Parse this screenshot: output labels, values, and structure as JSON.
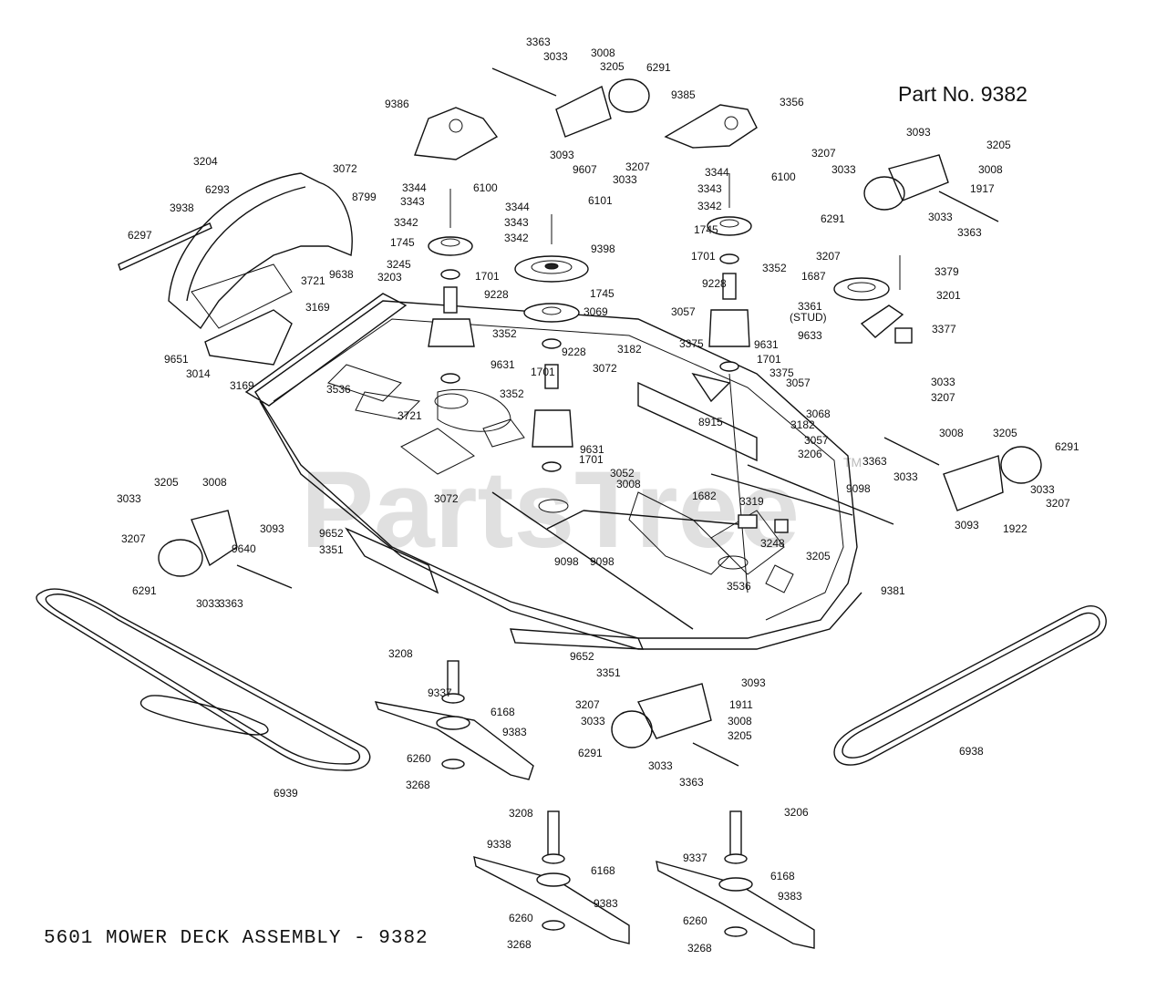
{
  "header": {
    "part_number": "Part No. 9382"
  },
  "caption": "5601 MOWER DECK ASSEMBLY - 9382",
  "watermark": {
    "text": "PartsTree",
    "tm": "TM"
  },
  "callouts": [
    "3363",
    "3033",
    "3008",
    "3205",
    "6291",
    "9386",
    "9385",
    "3356",
    "3093",
    "9607",
    "3207",
    "3033",
    "3204",
    "3072",
    "6293",
    "8799",
    "3938",
    "6297",
    "3344",
    "3343",
    "3342",
    "6100",
    "1745",
    "3245",
    "3203",
    "3721",
    "9638",
    "1701",
    "9228",
    "3344",
    "3343",
    "3342",
    "6101",
    "9398",
    "1745",
    "1701",
    "9228",
    "3344",
    "3343",
    "3342",
    "6100",
    "1745",
    "1701",
    "9228",
    "3352",
    "3169",
    "3352",
    "9631",
    "9651",
    "3014",
    "3169",
    "3536",
    "3069",
    "3057",
    "3375",
    "3182",
    "3072",
    "3721",
    "3352",
    "9631",
    "9631",
    "1701",
    "3375",
    "3057",
    "3068",
    "3182",
    "8915",
    "3057",
    "3206",
    "3207",
    "3093",
    "3205",
    "3033",
    "3008",
    "1917",
    "6291",
    "3033",
    "3363",
    "3207",
    "1687",
    "3379",
    "3201",
    "3361",
    "(STUD)",
    "9633",
    "3377",
    "3033",
    "3207",
    "3363",
    "3008",
    "3205",
    "6291",
    "3033",
    "3033",
    "3207",
    "3093",
    "1922",
    "3205",
    "3008",
    "3033",
    "3093",
    "3207",
    "9640",
    "6291",
    "3033",
    "3363",
    "1701",
    "3052",
    "3008",
    "3072",
    "1682",
    "3319",
    "3248",
    "3205",
    "9098",
    "9652",
    "3351",
    "9098",
    "3536",
    "9381",
    "9098",
    "3208",
    "9337",
    "6168",
    "9383",
    "6260",
    "3268",
    "9652",
    "3351",
    "3093",
    "3207",
    "1911",
    "3033",
    "3008",
    "3205",
    "6291",
    "3033",
    "3363",
    "6939",
    "6938",
    "3208",
    "9338",
    "6168",
    "9383",
    "6260",
    "3268",
    "3206",
    "9337",
    "6168",
    "9383",
    "6260",
    "3268"
  ]
}
